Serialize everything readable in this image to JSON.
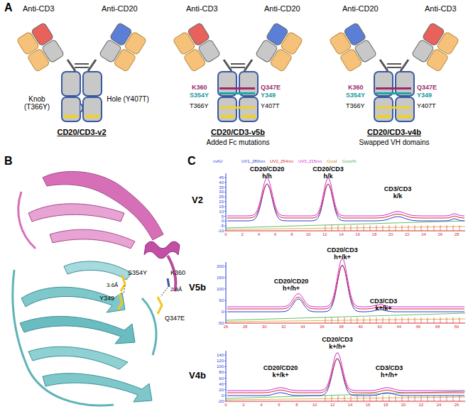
{
  "diagram": {
    "labels": [
      "A",
      "Anti-CD3",
      "Anti-CD20",
      "Anti-CD3",
      "Anti-CD20",
      "Anti-CD20",
      "Anti-CD3",
      "Knob (T366Y)",
      "Hole (Y407T)",
      "CD20/CD3-v2",
      "K360",
      "Q347E",
      "S354Y",
      "Y349",
      "T366Y",
      "Y407T",
      "CD20/CD3-v5b",
      "Added Fc mutations",
      "K360",
      "Q347E",
      "S354Y",
      "Y349",
      "T366Y",
      "Y407T",
      "CD20/CD3-v4b",
      "Swapped VH domains",
      "B",
      "S354Y",
      "3.6Å",
      "Y349",
      "K360",
      "2.8Å",
      "Q347E",
      "C",
      "V2",
      "CD20/CD20",
      "h/h",
      "CD20/CD3",
      "h/k",
      "CD3/CD3",
      "k/k",
      "V5b",
      "CD20/CD3",
      "h+/k+",
      "CD20/CD20",
      "h+/h+",
      "CD3/CD3",
      "k+/k+",
      "V4b",
      "CD20/CD3",
      "k+/h+",
      "CD20/CD20",
      "k+/k+",
      "CD3/CD3",
      "h+/h+",
      "mAU",
      "UV1_280nm",
      "UV2_254nm",
      "UV3_215nm",
      "Cond",
      "Conc%",
      "45",
      "40",
      "35",
      "30",
      "25",
      "20",
      "15",
      "10",
      "5",
      "0",
      "-5",
      "-10",
      "0",
      "2",
      "4",
      "6",
      "8",
      "10",
      "12",
      "14",
      "16",
      "18",
      "20",
      "22",
      "24",
      "26",
      "28",
      "200",
      "150",
      "100",
      "50",
      "0",
      "-50",
      "26",
      "28",
      "30",
      "32",
      "34",
      "36",
      "38",
      "40",
      "42",
      "44",
      "46",
      "48",
      "50",
      "140",
      "120",
      "100",
      "80",
      "60",
      "40",
      "20",
      "0",
      "-20",
      "0",
      "2",
      "4",
      "6",
      "8",
      "10",
      "12",
      "14",
      "16",
      "18",
      "20",
      "22",
      "24",
      "26"
    ]
  }
}
